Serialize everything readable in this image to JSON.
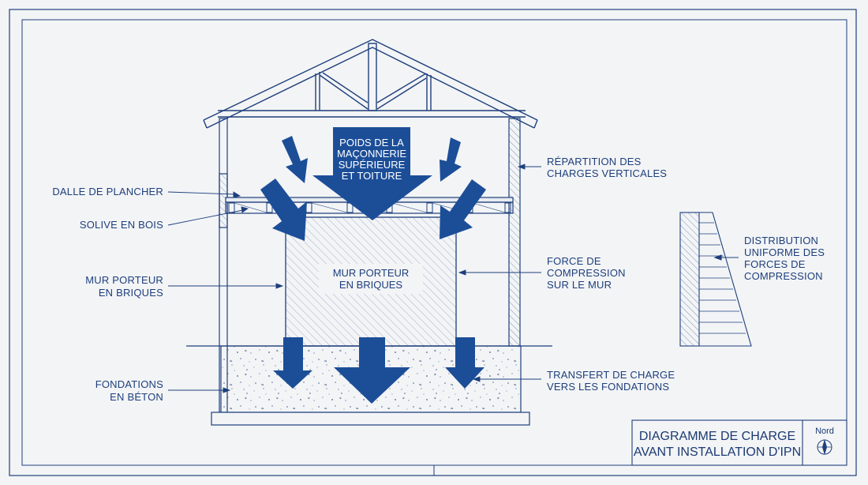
{
  "colors": {
    "paper": "#f3f4f6",
    "line": "#1d3f7c",
    "arrow": "#1c4e98",
    "arrow_text": "#ffffff"
  },
  "labels": {
    "floor_slab": "DALLE DE PLANCHER",
    "wood_joist": "SOLIVE EN BOIS",
    "bearing_wall_line1": "MUR PORTEUR",
    "bearing_wall_line2": "EN BRIQUES",
    "foundation_line1": "FONDATIONS",
    "foundation_line2": "EN BÉTON",
    "distribution_line1": "RÉPARTITION DES",
    "distribution_line2": "CHARGES VERTICALES",
    "compression_line1": "FORCE DE",
    "compression_line2": "COMPRESSION",
    "compression_line3": "SUR LE MUR",
    "transfer_line1": "TRANSFERT DE CHARGE",
    "transfer_line2": "VERS LES FONDATIONS",
    "uniform_line1": "DISTRIBUTION",
    "uniform_line2": "UNIFORME DES",
    "uniform_line3": "FORCES DE",
    "uniform_line4": "COMPRESSION"
  },
  "main_arrow": {
    "line1": "POIDS DE LA",
    "line2": "MAÇONNERIE",
    "line3": "SUPÉRIEURE",
    "line4": "ET TOITURE"
  },
  "wall_label": {
    "line1": "MUR PORTEUR",
    "line2": "EN BRIQUES"
  },
  "title_block": {
    "line1": "DIAGRAMME DE CHARGE",
    "line2": "AVANT INSTALLATION D'IPN",
    "north": "Nord"
  },
  "icons": [
    "compass-icon"
  ]
}
